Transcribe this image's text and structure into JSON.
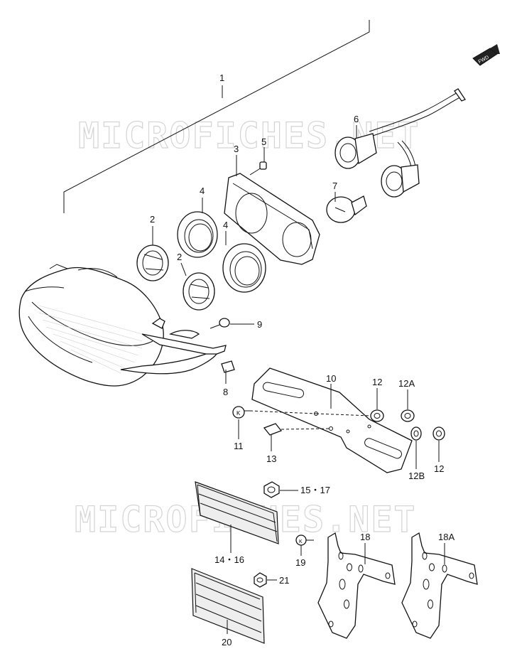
{
  "watermark": "MICROFICHES.NET",
  "direction_badge": "FWD",
  "callouts": {
    "c1": "1",
    "c2a": "2",
    "c2b": "2",
    "c3": "3",
    "c4a": "4",
    "c4b": "4",
    "c5": "5",
    "c6": "6",
    "c7": "7",
    "c8": "8",
    "c9": "9",
    "c10": "10",
    "c11": "11",
    "c12a": "12",
    "c12A": "12A",
    "c12b": "12",
    "c12B": "12B",
    "c13": "13",
    "c15": "15・17",
    "c14": "14・16",
    "c18": "18",
    "c18A": "18A",
    "c19": "19",
    "c20": "20",
    "c21": "21"
  }
}
